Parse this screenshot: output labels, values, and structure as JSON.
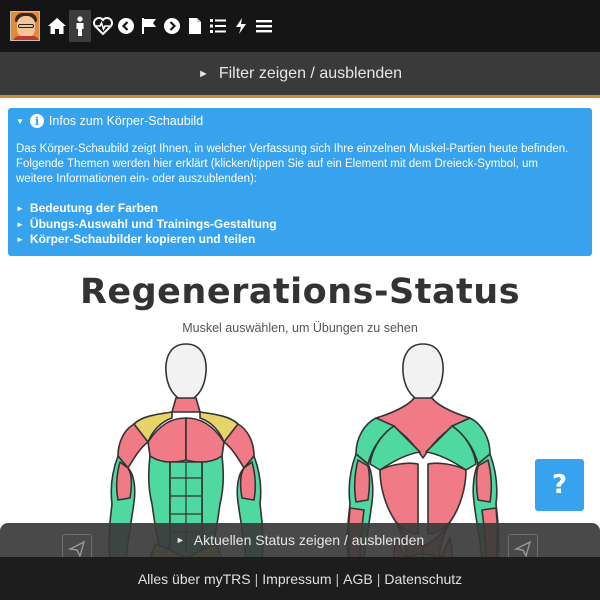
{
  "nav": {
    "icons": [
      "avatar",
      "home-icon",
      "person-icon",
      "heartbeat-icon",
      "chevron-left-icon",
      "flag-icon",
      "chevron-right-icon",
      "document-icon",
      "list-icon",
      "bolt-icon",
      "menu-icon"
    ],
    "active": "person-icon"
  },
  "filter": {
    "label": "Filter zeigen / ausblenden"
  },
  "info": {
    "heading": "Infos zum Körper-Schaubild",
    "text": "Das Körper-Schaubild zeigt Ihnen, in welcher Verfassung sich Ihre einzelnen Muskel-Partien heute befinden. Folgende Themen werden hier erklärt (klicken/tippen Sie auf ein Element mit dem Dreieck-Symbol, um weitere Informationen ein- oder auszublenden):",
    "items": [
      "Bedeutung der Farben",
      "Übungs-Auswahl und Trainings-Gestaltung",
      "Körper-Schaubilder kopieren und teilen"
    ]
  },
  "main": {
    "title": "Regenerations-Status",
    "subtitle": "Muskel auswählen, um Übungen zu sehen"
  },
  "help": {
    "label": "?"
  },
  "status": {
    "label": "Aktuellen Status zeigen / ausblenden"
  },
  "footer": {
    "links": [
      "Alles über myTRS",
      "Impressum",
      "AGB",
      "Datenschutz"
    ],
    "separator": "|"
  },
  "colors": {
    "accent_blue": "#37a3ee",
    "muscle_red": "#f07b86",
    "muscle_green": "#4fd8a0",
    "muscle_yellow": "#e6d36a",
    "nav_bg": "#151515"
  }
}
